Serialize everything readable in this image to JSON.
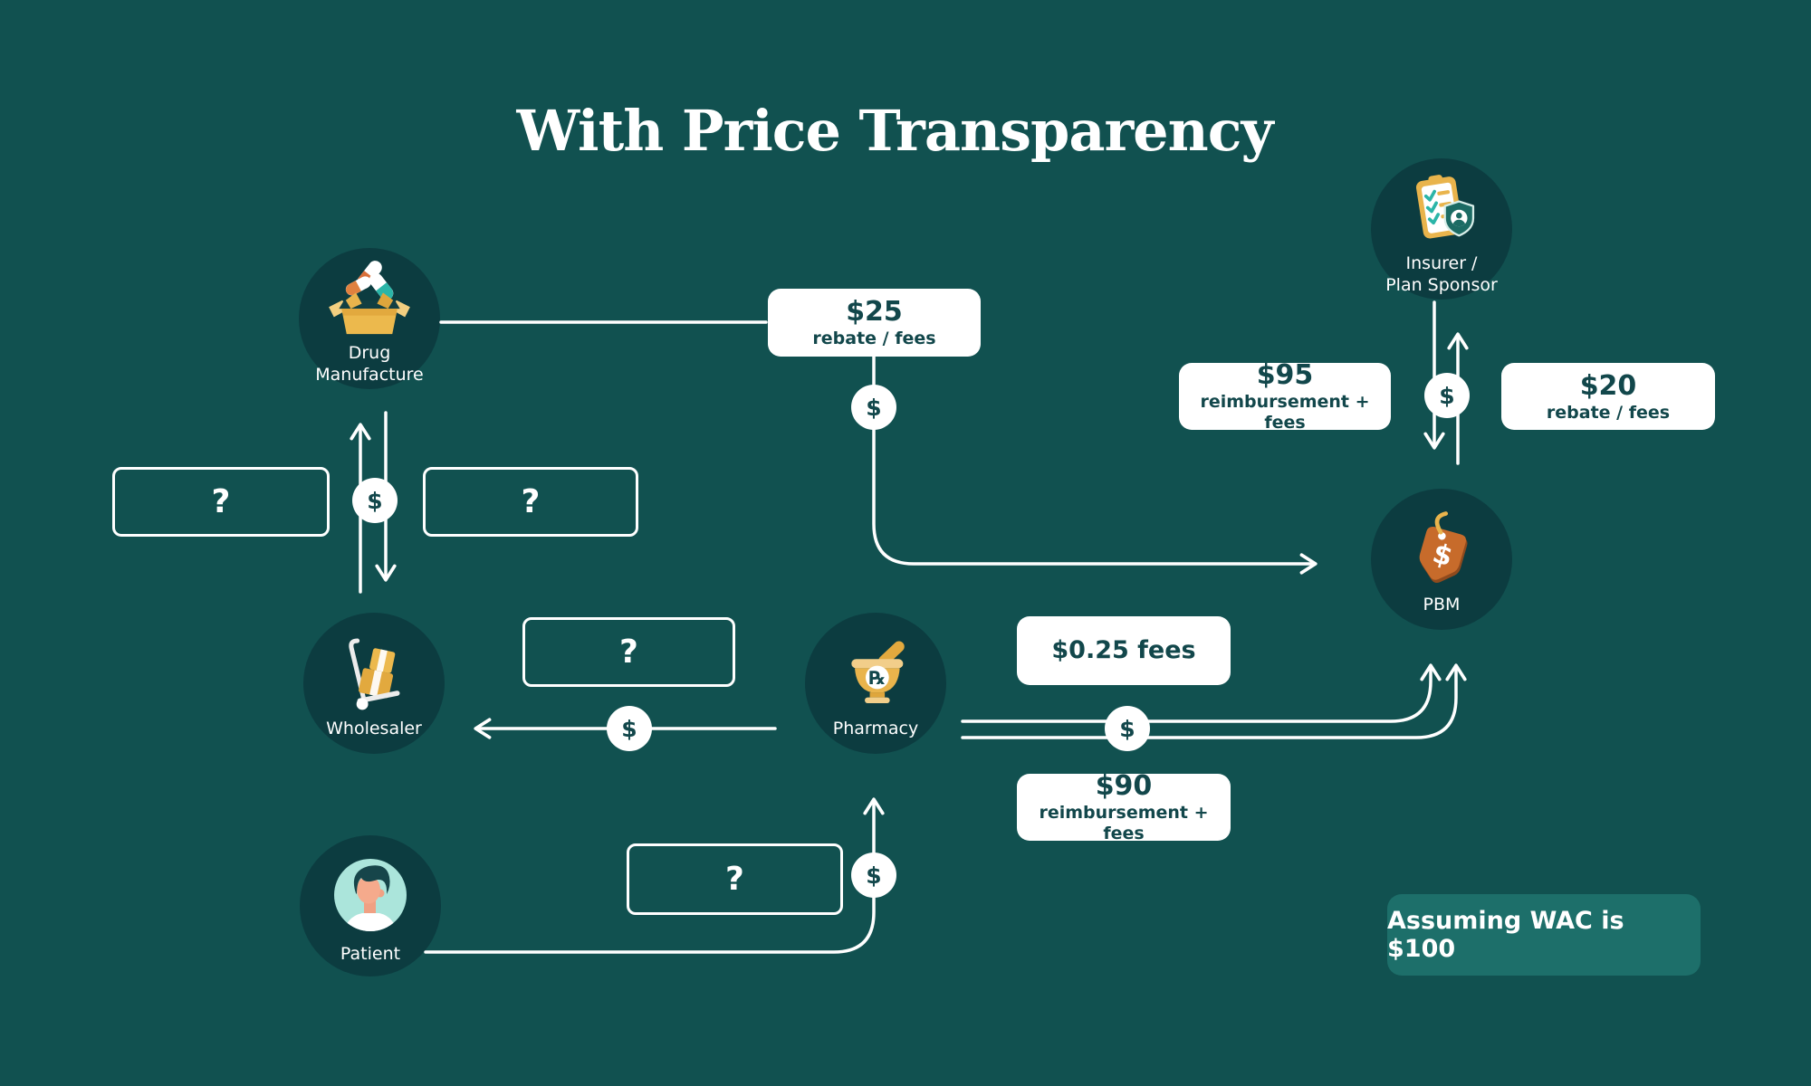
{
  "title": "With Price Transparency",
  "currency": "$",
  "nodes": {
    "drug_manufacture": {
      "line1": "Drug",
      "line2": "Manufacture"
    },
    "insurer": {
      "line1": "Insurer /",
      "line2": "Plan Sponsor"
    },
    "pbm": {
      "label": "PBM"
    },
    "wholesaler": {
      "label": "Wholesaler"
    },
    "pharmacy": {
      "label": "Pharmacy"
    },
    "patient": {
      "label": "Patient"
    }
  },
  "flows": {
    "manufacturer_to_pbm": {
      "amount": "$25",
      "desc": "rebate / fees"
    },
    "insurer_to_pbm": {
      "amount": "$95",
      "desc": "reimbursement + fees"
    },
    "pbm_to_insurer": {
      "amount": "$20",
      "desc": "rebate / fees"
    },
    "pharmacy_to_pbm": {
      "amount": "$0.25 fees"
    },
    "pbm_to_pharmacy": {
      "amount": "$90",
      "desc": "reimbursement + fees"
    }
  },
  "unknown_boxes": [
    "?",
    "?",
    "?",
    "?"
  ],
  "note": {
    "text": "Assuming WAC is $100"
  },
  "icons": {
    "pharmacy_rx": "℞",
    "pbm_dollar": "$"
  },
  "colors": {
    "background": "#115150",
    "node_circle": "#0C3C40",
    "note_box": "#1D6F6A",
    "text_dark": "#12474B",
    "white": "#FFFFFF",
    "gold": "#E9B44C",
    "orange_tag": "#C76B2B",
    "teal_accent": "#2BB5A8"
  }
}
